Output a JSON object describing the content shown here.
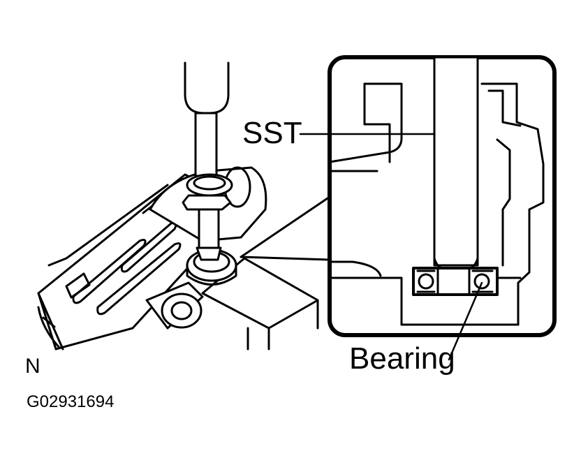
{
  "figure": {
    "callouts": {
      "sst": "SST",
      "bearing": "Bearing"
    },
    "view_code": "N",
    "figure_id": "G02931694"
  },
  "colors": {
    "ink": "#000000",
    "paper": "#ffffff"
  }
}
